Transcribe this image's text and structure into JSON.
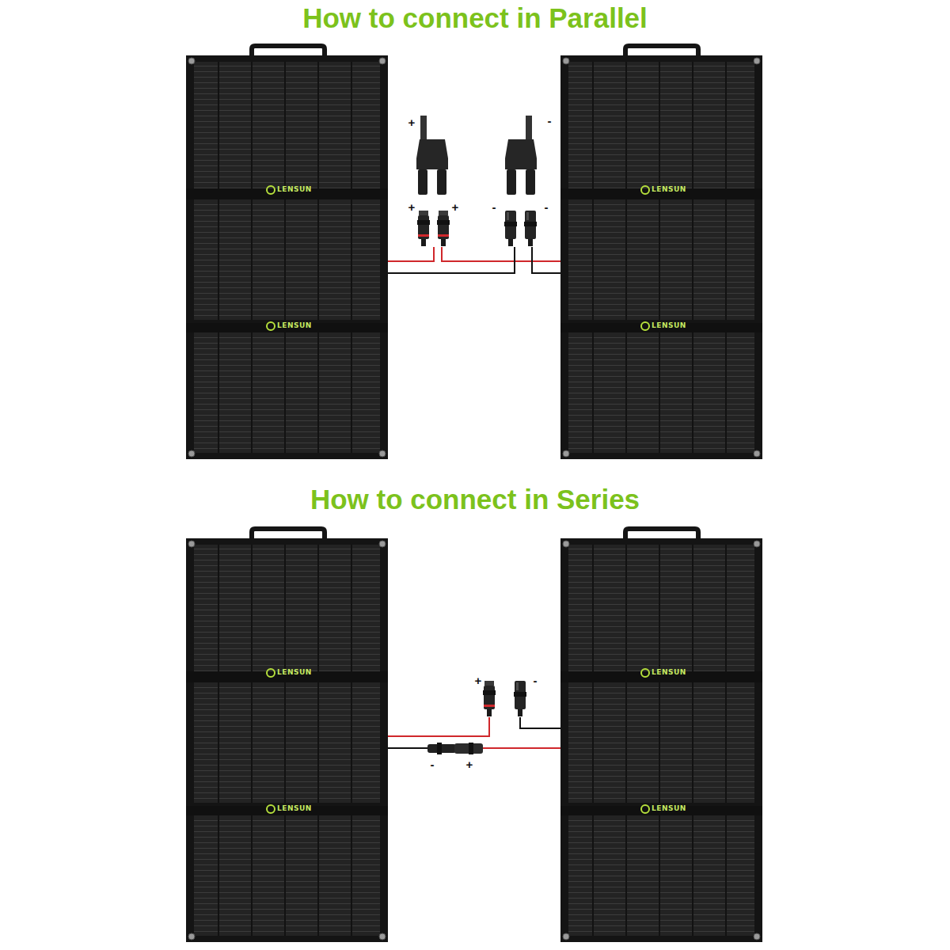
{
  "diagram": {
    "nodes": [
      {
        "text": [
          "LENSUN",
          "LENSUN"
        ]
      },
      {
        "text": [
          "LENSUN",
          "LENSUN"
        ]
      },
      {
        "text": [
          "LENSUN",
          "LENSUN"
        ]
      },
      {
        "text": [
          "LENSUN",
          "LENSUN"
        ]
      }
    ],
    "edges": [
      {
        "from": 0,
        "to": 1,
        "arrow": "none"
      },
      {
        "from": 0,
        "to": 1,
        "arrow": "none"
      },
      {
        "from": 2,
        "to": 3,
        "arrow": "none"
      }
    ],
    "labels": [
      "How to connect in Parallel",
      "+",
      "-",
      "+",
      "+",
      "-",
      "-",
      "How to connect in Series",
      "+",
      "-",
      "-",
      "+"
    ]
  }
}
